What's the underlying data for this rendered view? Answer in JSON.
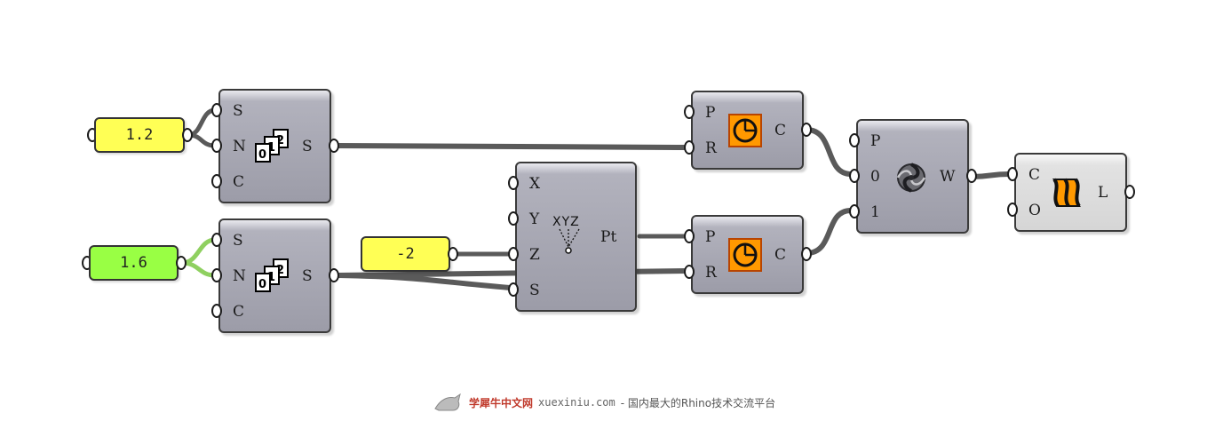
{
  "sliders": [
    {
      "value": "1.2",
      "color": "#ffff55"
    },
    {
      "value": "1.6",
      "color": "#99ff44"
    },
    {
      "value": "-2",
      "color": "#ffff55"
    }
  ],
  "series_top": {
    "inputs": [
      "S",
      "N",
      "C"
    ],
    "output": "S",
    "icon": "series-icon"
  },
  "series_bottom": {
    "inputs": [
      "S",
      "N",
      "C"
    ],
    "output": "S",
    "icon": "series-icon"
  },
  "construct_point": {
    "inputs": [
      "X",
      "Y",
      "Z",
      "S"
    ],
    "output": "Pt",
    "icon_text": "XYZ",
    "icon": "construct-point-icon"
  },
  "circle_top": {
    "inputs": [
      "P",
      "R"
    ],
    "output": "C",
    "icon": "circle-icon"
  },
  "circle_bottom": {
    "inputs": [
      "P",
      "R"
    ],
    "output": "C",
    "icon": "circle-icon"
  },
  "weave": {
    "inputs": [
      "P",
      "0",
      "1"
    ],
    "output": "W",
    "icon": "weave-icon"
  },
  "loft": {
    "inputs": [
      "C",
      "O"
    ],
    "output": "L",
    "icon": "loft-icon"
  },
  "watermark": {
    "site_name": "学犀牛中文网",
    "url": "xuexiniu.com",
    "tagline": "- 国内最大的Rhino技术交流平台"
  },
  "colors": {
    "wire": "#5a5a5a",
    "wire_selected": "#8fd060",
    "icon_orange": "#ff9900"
  }
}
